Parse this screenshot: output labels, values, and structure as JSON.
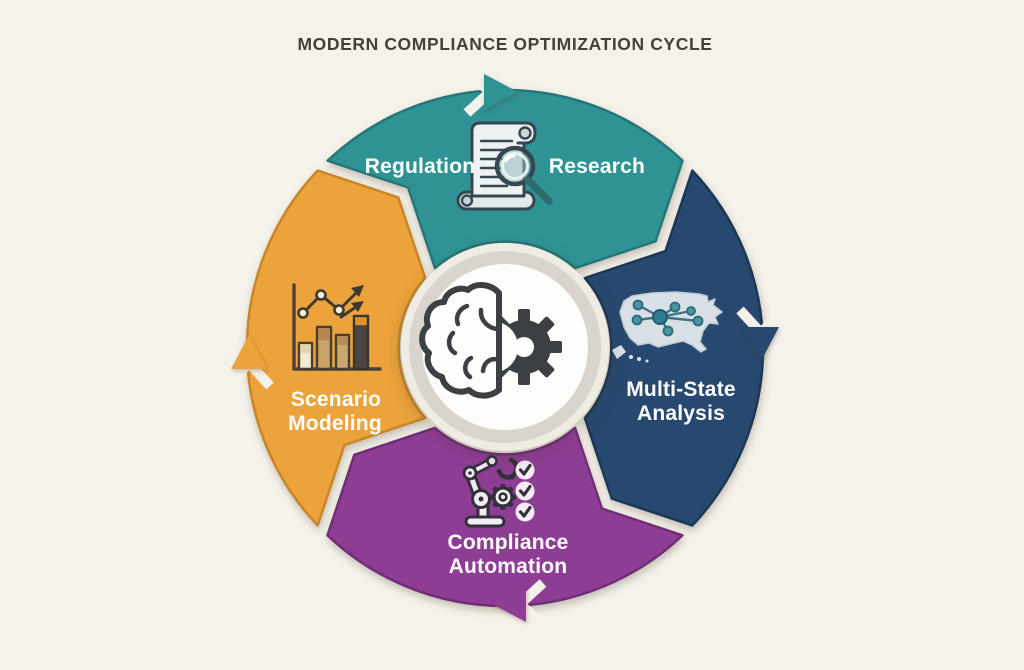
{
  "canvas": {
    "background": "#f5f2ea"
  },
  "title": {
    "text": "MODERN COMPLIANCE OPTIMIZATION CYCLE",
    "color": "#45403a"
  },
  "cycle": {
    "direction": "clockwise",
    "label_color": "#ffffff",
    "center": {
      "icon": "brain-gear-icon",
      "icon_color": "#3c4043",
      "disc_color": "#fdfdfb",
      "ring_color": "#d9d5cc",
      "outer_ring_color": "#efece4"
    },
    "segments": [
      {
        "id": "regulation-research",
        "position": "top",
        "label_left": "Regulation",
        "label_right": "Research",
        "icon": "scroll-magnifier-icon",
        "color": "#2f9394",
        "edge_color": "#247678"
      },
      {
        "id": "multi-state-analysis",
        "position": "right",
        "line1": "Multi-State",
        "line2": "Analysis",
        "icon": "us-map-network-icon",
        "color": "#27496f",
        "edge_color": "#1b3756"
      },
      {
        "id": "compliance-automation",
        "position": "bottom",
        "line1": "Compliance",
        "line2": "Automation",
        "icon": "robot-arm-checklist-icon",
        "color": "#8e3d95",
        "edge_color": "#702e77"
      },
      {
        "id": "scenario-modeling",
        "position": "left",
        "line1": "Scenario",
        "line2": "Modeling",
        "icon": "bar-chart-trend-icon",
        "color": "#eca33c",
        "edge_color": "#c98526"
      }
    ]
  }
}
